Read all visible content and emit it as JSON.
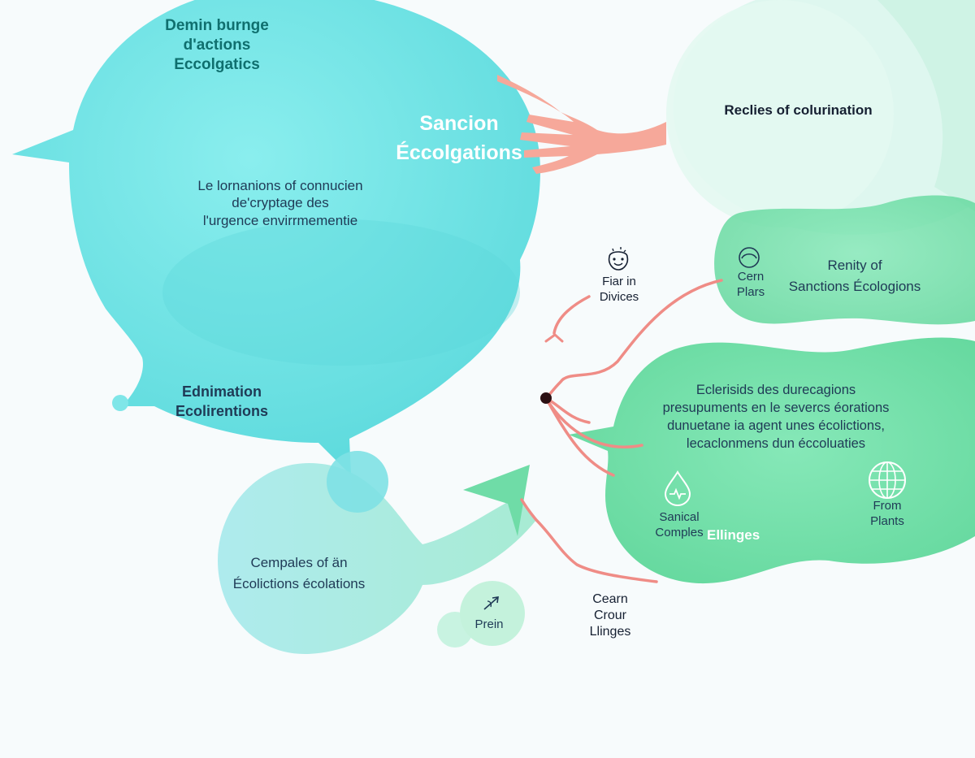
{
  "colors": {
    "background": "#f7fbfc",
    "cyan_bubble": "#6fe3e4",
    "cyan_light": "#a9ecee",
    "green_bubble": "#72dfa9",
    "green_light": "#a8efcb",
    "mint_pale": "#d9f6ec",
    "connector_red": "#ef8c86",
    "hand": "#f6a89a",
    "title_teal": "#0f6f6e",
    "text_navy": "#1f3a56",
    "text_dark": "#162032",
    "accent_green": "#3fc384"
  },
  "cyan_bubble": {
    "title": [
      "Demin burnge",
      "d'actions",
      "Eccolgatics"
    ],
    "highlight": [
      "Sancion",
      "Éccolgations"
    ],
    "body": [
      "Le lornanions of connucien",
      "de'cryptage des",
      "l'urgence envirrmementie"
    ],
    "lower_label": [
      "Ednimation",
      "Ecolirentions"
    ]
  },
  "top_right_label": "Reclies of colurination",
  "green_top": {
    "icon": "face-circle-icon",
    "icon_label": [
      "Cern",
      "Plars"
    ],
    "title": [
      "Renity of",
      "Sanctions Écologions"
    ]
  },
  "center_node": {
    "icon": "smiley-sparkle-icon",
    "label": [
      "Fiar in",
      "Divices"
    ]
  },
  "green_large": {
    "body": [
      "Eclerisids des durecagions",
      "presupuments en le severcs éorations",
      "dunuetane ia agent unes écolictions,",
      "lecaclonmens dun éccoluaties"
    ],
    "left_icon": "water-drop-icon",
    "left_label": [
      "Sanical",
      "Comples"
    ],
    "left_accent": "Ellinges",
    "right_icon": "globe-icon",
    "right_label": [
      "From",
      "Plants"
    ]
  },
  "bottom_left_bubble": {
    "label": [
      "Cempales of än",
      "Écolictions écolations"
    ]
  },
  "small_bubble": {
    "icon": "leaf-arrow-icon",
    "label": "Prein"
  },
  "bottom_center_label": [
    "Cearn",
    "Crour",
    "Llinges"
  ]
}
